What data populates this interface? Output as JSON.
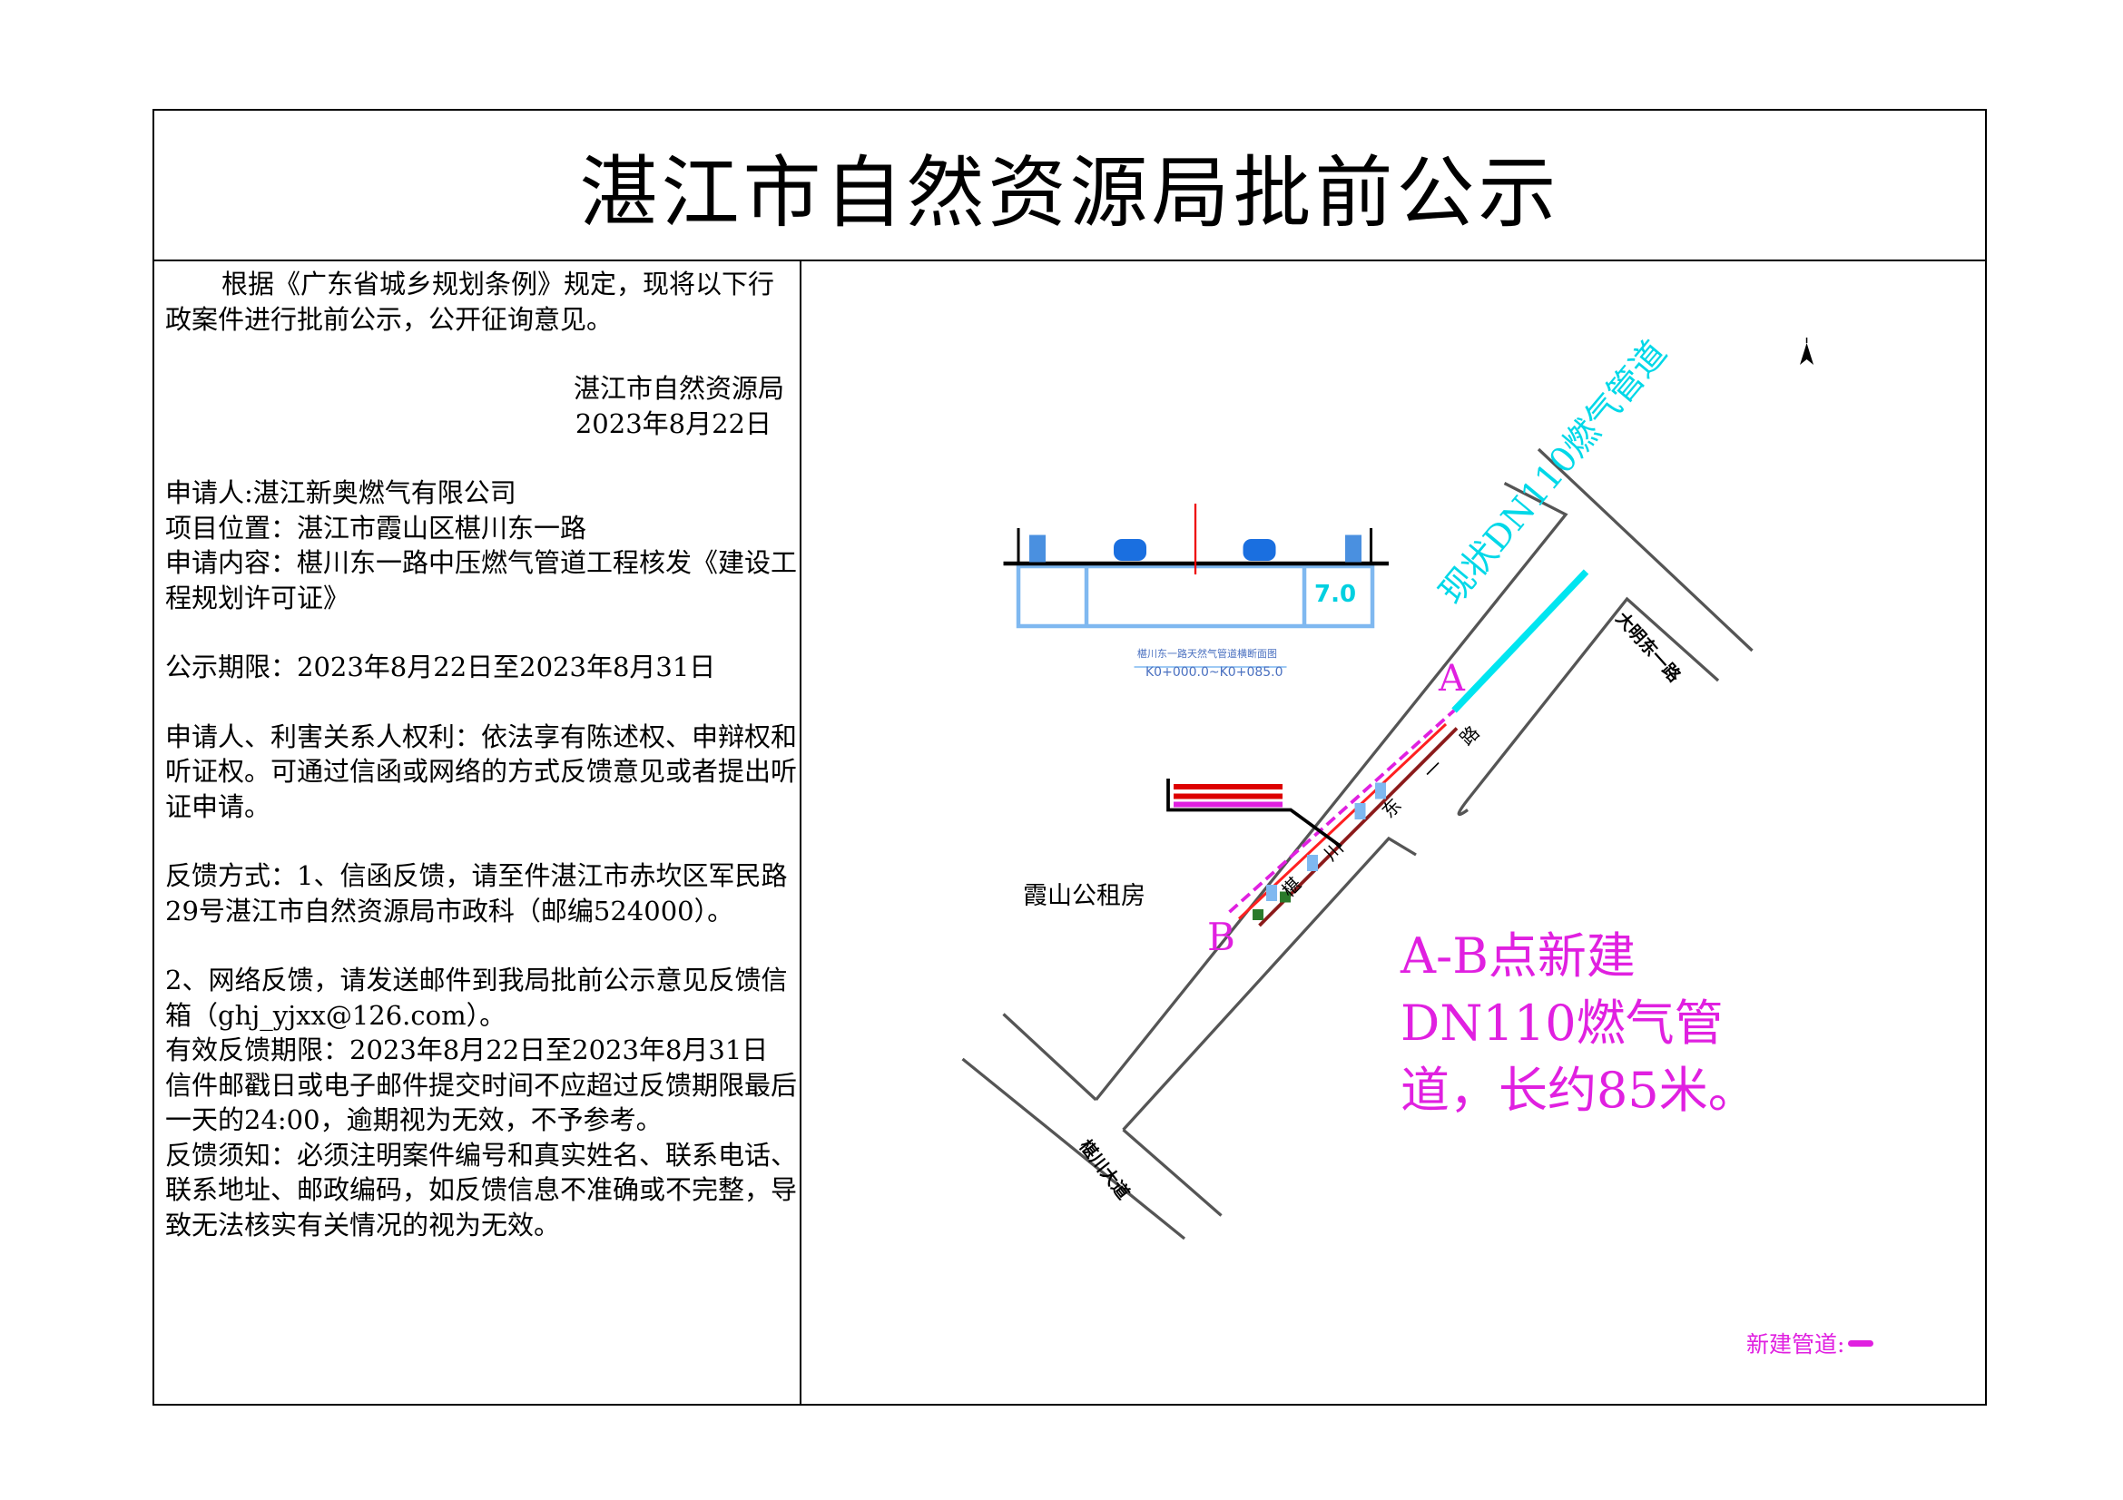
{
  "title": "湛江市自然资源局批前公示",
  "notice": {
    "intro": "根据《广东省城乡规划条例》规定，现将以下行政案件进行批前公示，公开征询意见。",
    "issuer": "湛江市自然资源局",
    "issue_date": "2023年8月22日",
    "applicant": "申请人:湛江新奥燃气有限公司",
    "location": "项目位置：湛江市霞山区椹川东一路",
    "content": "申请内容：椹川东一路中压燃气管道工程核发《建设工程规划许可证》",
    "period": "公示期限：2023年8月22日至2023年8月31日",
    "rights": "申请人、利害关系人权利：依法享有陈述权、申辩权和听证权。可通过信函或网络的方式反馈意见或者提出听证申请。",
    "feedback_mail": "反馈方式：1、信函反馈，请至件湛江市赤坎区军民路29号湛江市自然资源局市政科（邮编524000）。",
    "feedback_email": "2、网络反馈，请发送邮件到我局批前公示意见反馈信箱（ghj_yjxx@126.com）。",
    "valid_period": "有效反馈期限：2023年8月22日至2023年8月31日",
    "deadline_note": "信件邮戳日或电子邮件提交时间不应超过反馈期限最后一天的24:00，逾期视为无效，不予参考。",
    "requirements": "反馈须知：必须注明案件编号和真实姓名、联系电话、联系地址、邮政编码，如反馈信息不准确或不完整，导致无法核实有关情况的视为无效。"
  },
  "map": {
    "cross_section_title": "椹川东一路天然气管道横断面图",
    "cross_section_range": "K0+000.0~K0+085.0",
    "cross_section_depth": "7.0",
    "existing_pipe_label": "现状DN110燃气管道",
    "point_a": "A",
    "point_b": "B",
    "place_label": "霞山公租房",
    "road_main_chars": [
      "椹",
      "川",
      "东",
      "一",
      "路"
    ],
    "road_ne": "大明东一路",
    "road_sw": "椹川大道",
    "new_pipe_note_lines": [
      "A-B点新建",
      "DN110燃气管",
      "道，长约85米。"
    ],
    "legend_label": "新建管道:",
    "colors": {
      "existing_pipe": "#00e5f0",
      "new_pipe": "#e020e0",
      "section": "#7fb8f0",
      "road": "#555555"
    }
  }
}
